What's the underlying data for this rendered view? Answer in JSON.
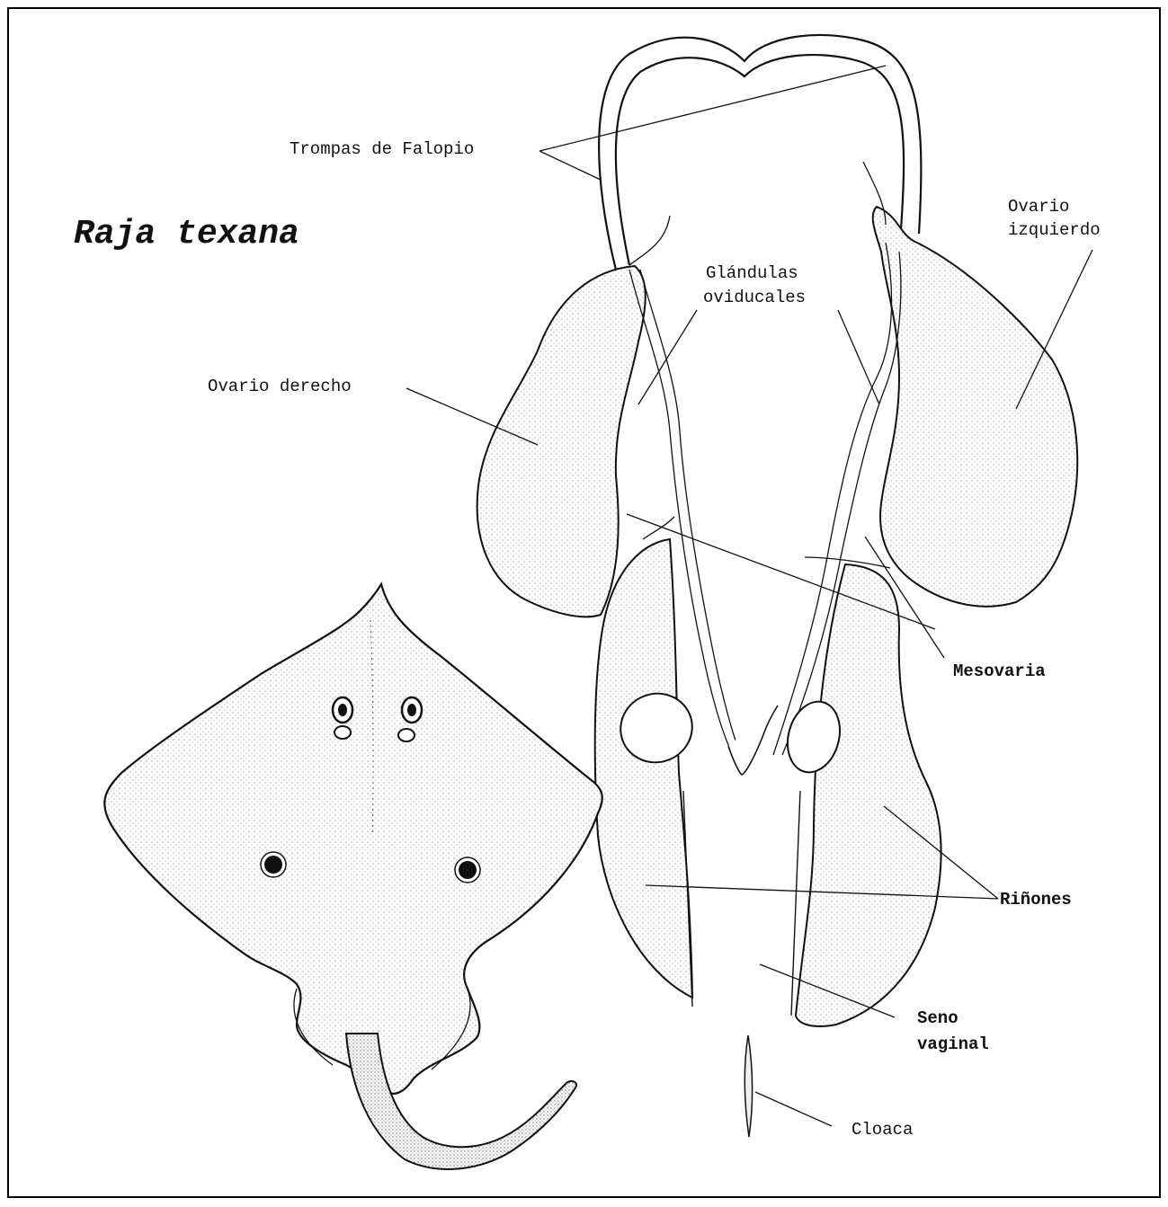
{
  "title": "Raja texana",
  "labels": {
    "fallopian": "Trompas de Falopio",
    "left_ovary_1": "Ovario",
    "left_ovary_2": "izquierdo",
    "glands_1": "Glándulas",
    "glands_2": "oviducales",
    "right_ovary": "Ovario derecho",
    "mesovaria": "Mesovaria",
    "kidneys": "Riñones",
    "vaginal_1": "Seno",
    "vaginal_2": "vaginal",
    "cloaca": "Cloaca"
  }
}
